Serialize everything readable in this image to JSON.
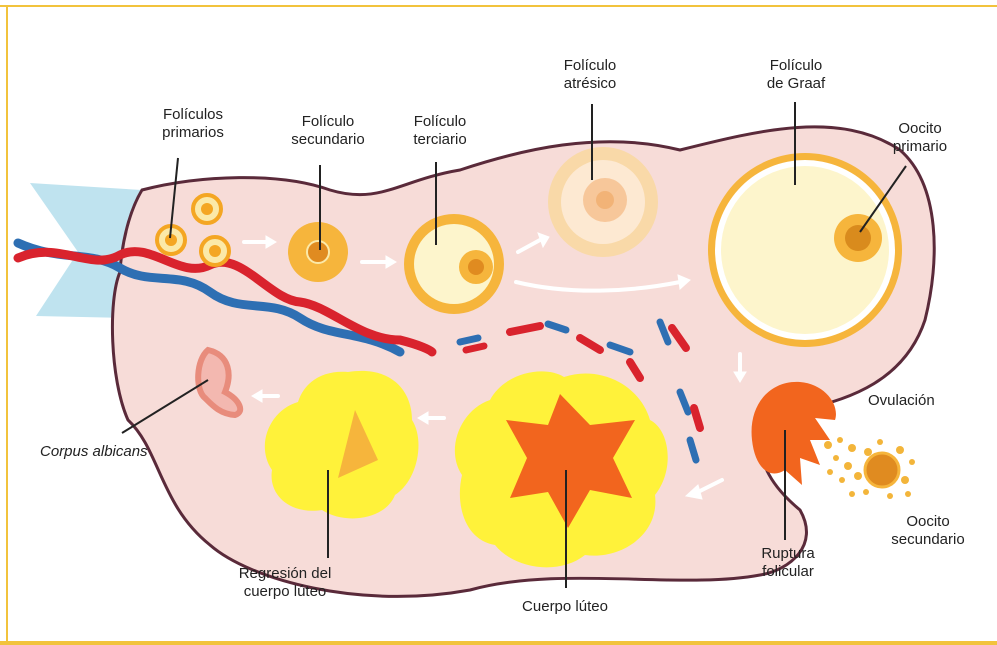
{
  "labels": {
    "foliculos_primarios": [
      "Folículos",
      "primarios"
    ],
    "foliculo_secundario": [
      "Folículo",
      "secundario"
    ],
    "foliculo_terciario": [
      "Folículo",
      "terciario"
    ],
    "foliculo_atresico": [
      "Folículo",
      "atrésico"
    ],
    "foliculo_graaf": [
      "Folículo",
      "de Graaf"
    ],
    "oocito_primario": [
      "Oocito",
      "primario"
    ],
    "ovulacion": "Ovulación",
    "corpus_albicans": "Corpus albicans",
    "regresion": [
      "Regresión del",
      "cuerpo lúteo"
    ],
    "cuerpo_luteo": "Cuerpo lúteo",
    "ruptura": [
      "Ruptura",
      "folicular"
    ],
    "oocito_secundario": [
      "Oocito",
      "secundario"
    ]
  },
  "colors": {
    "border": "#f2c33c",
    "ovary": "#f7dcd8",
    "ovary_outline": "#5a2a3a",
    "follicle": "#f4a623",
    "graaf_fill": "#fdf5cc",
    "corpus_luteum": "#fff23a",
    "luteum_core": "#f2651e",
    "artery": "#d9232d",
    "vein": "#2e6fb3",
    "ligament": "#bfe3ef",
    "arrow": "#ffffff"
  }
}
